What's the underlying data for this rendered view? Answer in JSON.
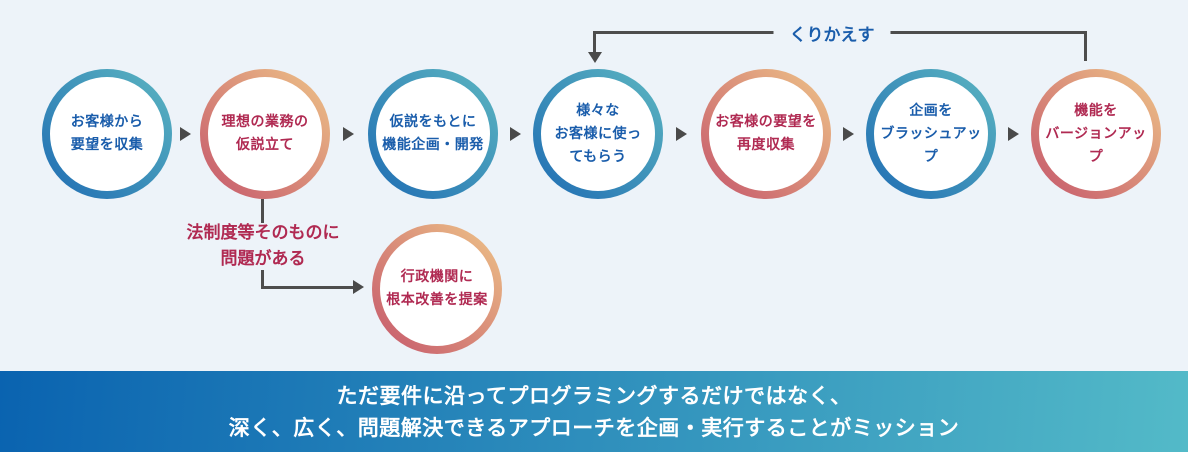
{
  "flow": {
    "steps": [
      {
        "id": 1,
        "label": "お客様から\n要望を収集",
        "theme": "blue"
      },
      {
        "id": 2,
        "label": "理想の業務の\n仮説立て",
        "theme": "red"
      },
      {
        "id": 3,
        "label": "仮説をもとに\n機能企画・開発",
        "theme": "blue"
      },
      {
        "id": 4,
        "label": "様々な\nお客様に使っ\nてもらう",
        "theme": "blue"
      },
      {
        "id": 5,
        "label": "お客様の要望を\n再度収集",
        "theme": "red"
      },
      {
        "id": 6,
        "label": "企画を\nブラッシュアップ",
        "theme": "blue"
      },
      {
        "id": 7,
        "label": "機能を\nバージョンアップ",
        "theme": "red"
      }
    ],
    "repeat_label": "くりかえす",
    "branch": {
      "note": "法制度等そのものに\n問題がある",
      "step_label": "行政機関に\n根本改善を提案",
      "theme": "red"
    }
  },
  "banner": {
    "line1": "ただ要件に沿ってプログラミングするだけではなく、",
    "line2": "深く、広く、問題解決できるアプローチを企画・実行することがミッション"
  },
  "colors": {
    "background": "#edf3f9",
    "blue_text": "#1a5dab",
    "red_text": "#b02a52",
    "ring_blue_start": "#1f6cb3",
    "ring_blue_end": "#5cb6c1",
    "ring_red_start": "#c5566b",
    "ring_red_end": "#eec488",
    "arrow_gray": "#4d4d4d",
    "banner_gradient_start": "#0a63b0",
    "banner_gradient_end": "#53bac8",
    "banner_text": "#ffffff"
  }
}
